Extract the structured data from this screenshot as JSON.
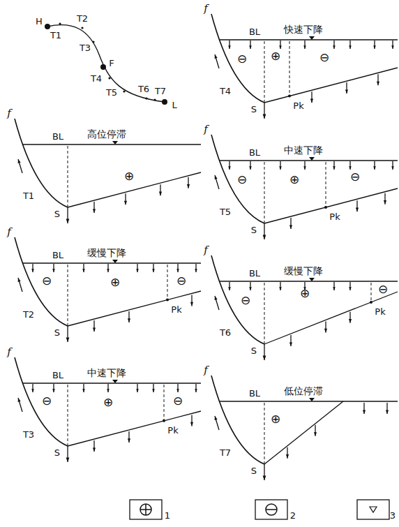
{
  "diagram": {
    "labels": [
      "H",
      "T1",
      "T2",
      "T3",
      "F",
      "T4",
      "T5",
      "T6",
      "T7",
      "L",
      "f",
      "BL",
      "高位停滞",
      "T1",
      "S",
      "⊕",
      "f",
      "BL",
      "缓慢下降",
      "T2",
      "S",
      "⊖",
      "⊕",
      "⊖",
      "Pk",
      "f",
      "BL",
      "中速下降",
      "T3",
      "S",
      "⊖",
      "⊕",
      "⊖",
      "Pk",
      "f",
      "BL",
      "快速下降",
      "T4",
      "S",
      "⊖",
      "⊕",
      "⊖",
      "Pk",
      "f",
      "BL",
      "中速下降",
      "T5",
      "S",
      "⊖",
      "⊕",
      "⊖",
      "Pk",
      "f",
      "BL",
      "缓慢下降",
      "T6",
      "S",
      "⊖",
      "⊕",
      "⊖",
      "Pk",
      "f",
      "BL",
      "低位停滞",
      "T7",
      "S",
      "⊕"
    ],
    "legend": [
      {
        "text": "1"
      },
      {
        "text": "2"
      },
      {
        "text": "3"
      }
    ]
  }
}
